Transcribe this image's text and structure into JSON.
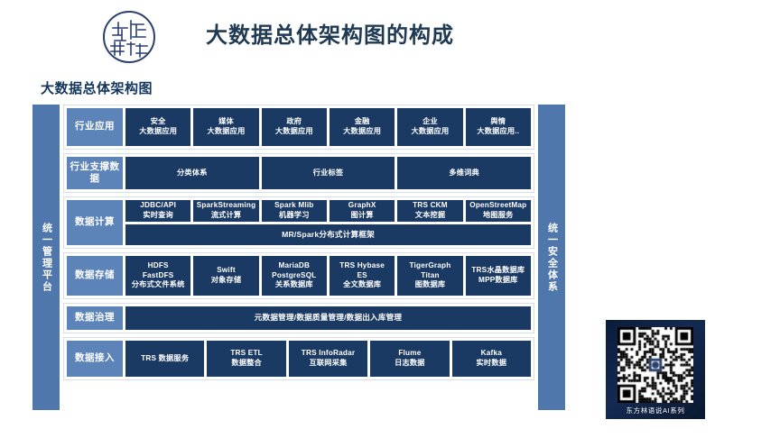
{
  "header": {
    "logo_icon": "circular-seal-logo",
    "title": "大数据总体架构图的构成"
  },
  "section": {
    "heading": "大数据总体架构图"
  },
  "colors": {
    "title_text": "#1F3A52",
    "heading_text": "#14365C",
    "side_column": "#4F77AC",
    "band_label": "#5C84B8",
    "cell": "#1B3A63",
    "frame_border": "#d8dee6"
  },
  "diagram": {
    "left_column_label": "统一管理平台",
    "right_column_label": "统一安全体系",
    "bands": [
      {
        "id": "band-app",
        "label": "行业应用",
        "rows": [
          {
            "cells": [
              {
                "lines": [
                  "安全",
                  "大数据应用"
                ]
              },
              {
                "lines": [
                  "媒体",
                  "大数据应用"
                ]
              },
              {
                "lines": [
                  "政府",
                  "大数据应用"
                ]
              },
              {
                "lines": [
                  "金融",
                  "大数据应用"
                ]
              },
              {
                "lines": [
                  "企业",
                  "大数据应用"
                ]
              },
              {
                "lines": [
                  "舆情",
                  "大数据应用.."
                ]
              }
            ]
          }
        ]
      },
      {
        "id": "band-support",
        "label": "行业支撑数据",
        "rows": [
          {
            "cells": [
              {
                "lines": [
                  "分类体系"
                ]
              },
              {
                "lines": [
                  "行业标签"
                ]
              },
              {
                "lines": [
                  "多维词典"
                ]
              }
            ]
          }
        ]
      },
      {
        "id": "band-compute",
        "label": "数据计算",
        "rows": [
          {
            "cells": [
              {
                "lines": [
                  "JDBC/API",
                  "实时查询"
                ]
              },
              {
                "lines": [
                  "SparkStreaming",
                  "流式计算"
                ]
              },
              {
                "lines": [
                  "Spark Mlib",
                  "机器学习"
                ]
              },
              {
                "lines": [
                  "GraphX",
                  "图计算"
                ]
              },
              {
                "lines": [
                  "TRS CKM",
                  "文本挖掘"
                ]
              },
              {
                "lines": [
                  "OpenStreetMap",
                  "地图服务"
                ]
              }
            ]
          },
          {
            "full": true,
            "cells": [
              {
                "lines": [
                  "MR/Spark分布式计算框架"
                ]
              }
            ]
          }
        ]
      },
      {
        "id": "band-storage",
        "label": "数据存储",
        "rows": [
          {
            "cells": [
              {
                "lines": [
                  "HDFS",
                  "FastDFS",
                  "分布式文件系统"
                ]
              },
              {
                "lines": [
                  "Swift",
                  "对象存储"
                ]
              },
              {
                "lines": [
                  "MariaDB",
                  "PostgreSQL",
                  "关系数据库"
                ]
              },
              {
                "lines": [
                  "TRS Hybase",
                  "ES",
                  "全文数据库"
                ]
              },
              {
                "lines": [
                  "TigerGraph",
                  "Titan",
                  "图数据库"
                ]
              },
              {
                "lines": [
                  "TRS水晶数据库",
                  "MPP数据库"
                ]
              }
            ]
          }
        ]
      },
      {
        "id": "band-govern",
        "label": "数据治理",
        "rows": [
          {
            "full": true,
            "cells": [
              {
                "lines": [
                  "元数据管理/数据质量管理/数据出入库管理"
                ]
              }
            ]
          }
        ]
      },
      {
        "id": "band-ingest",
        "label": "数据接入",
        "rows": [
          {
            "cells": [
              {
                "lines": [
                  "TRS 数据服务"
                ]
              },
              {
                "lines": [
                  "TRS ETL",
                  "数据整合"
                ]
              },
              {
                "lines": [
                  "TRS InfoRadar",
                  "互联网采集"
                ]
              },
              {
                "lines": [
                  "Flume",
                  "日志数据"
                ]
              },
              {
                "lines": [
                  "Kafka",
                  "实时数据"
                ]
              }
            ]
          }
        ]
      }
    ]
  },
  "qr_card": {
    "image_icon": "qr-code",
    "caption": "东方林语说AI系列"
  }
}
